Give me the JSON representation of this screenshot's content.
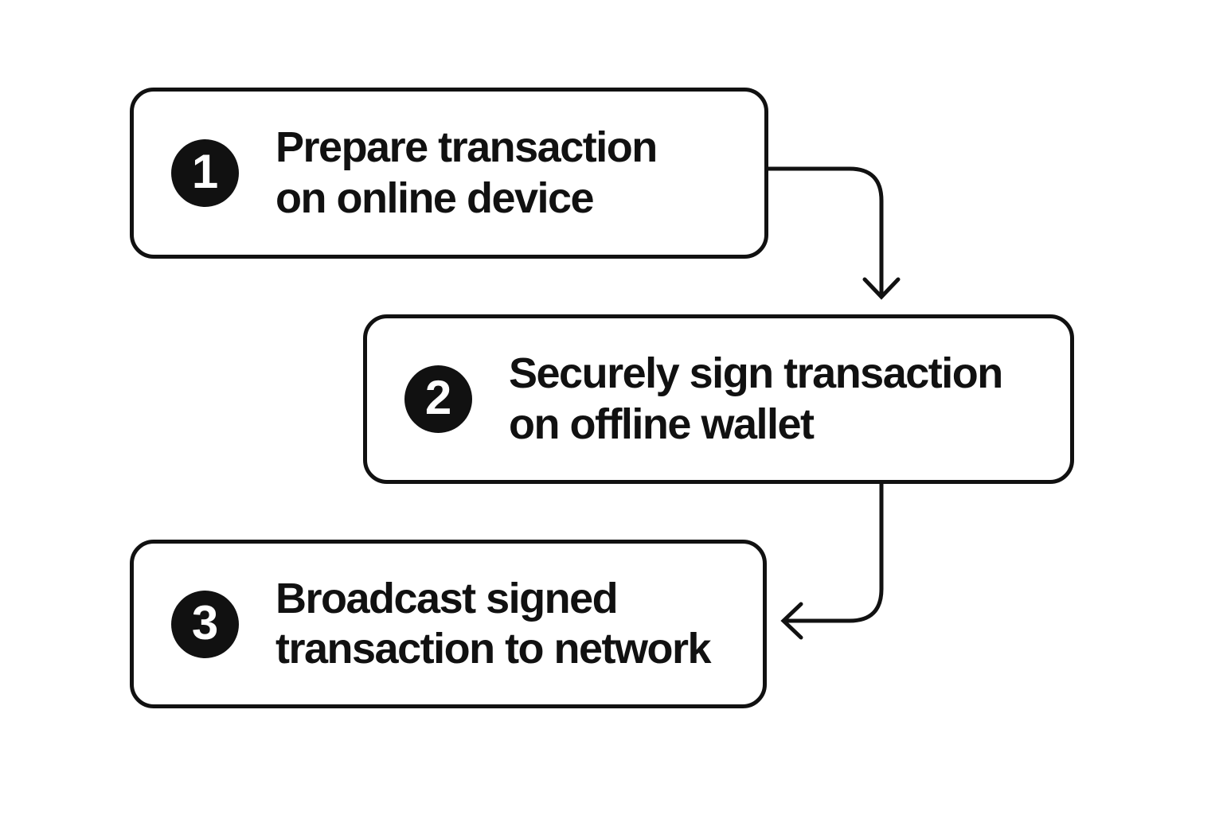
{
  "page": {
    "background_color": "#ffffff",
    "ink_color": "#111111",
    "type": "flowchart"
  },
  "steps": [
    {
      "number": "1",
      "line1": "Prepare transaction",
      "line2": "on online device"
    },
    {
      "number": "2",
      "line1": "Securely sign transaction",
      "line2": "on offline wallet"
    },
    {
      "number": "3",
      "line1": "Broadcast signed",
      "line2": "transaction to network"
    }
  ],
  "connectors": [
    {
      "from": "step-1",
      "to": "step-2",
      "direction": "right-then-down"
    },
    {
      "from": "step-2",
      "to": "step-3",
      "direction": "down-then-left"
    }
  ]
}
